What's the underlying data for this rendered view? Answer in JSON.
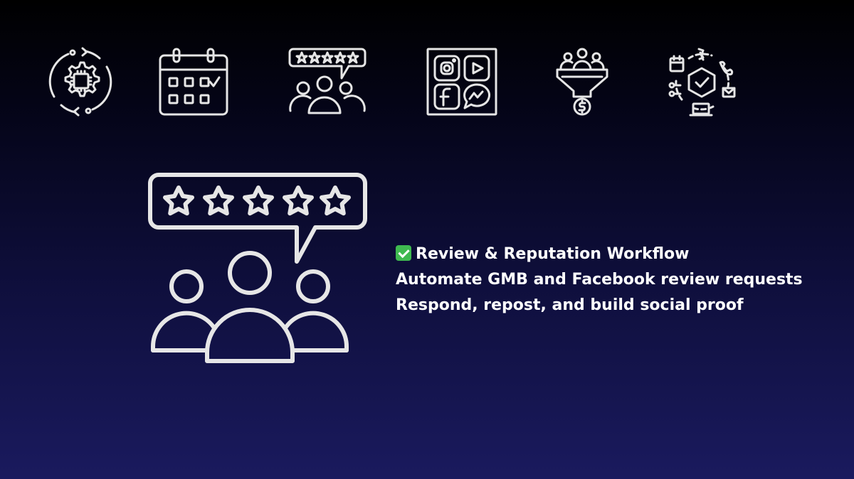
{
  "top_icons": [
    {
      "name": "gear-cycle-icon"
    },
    {
      "name": "calendar-icon"
    },
    {
      "name": "reviews-icon"
    },
    {
      "name": "social-media-icon"
    },
    {
      "name": "sales-funnel-icon"
    },
    {
      "name": "integrations-icon"
    }
  ],
  "hero": {
    "icon": "reviews-icon"
  },
  "feature": {
    "check_icon": "check-mark-icon",
    "title": "Review & Reputation Workflow",
    "line1": "Automate GMB and Facebook review requests",
    "line2": "Respond, repost, and build social proof"
  },
  "colors": {
    "icon_stroke": "#e6e6e6",
    "check": "#3fb950",
    "text": "#ffffff"
  }
}
